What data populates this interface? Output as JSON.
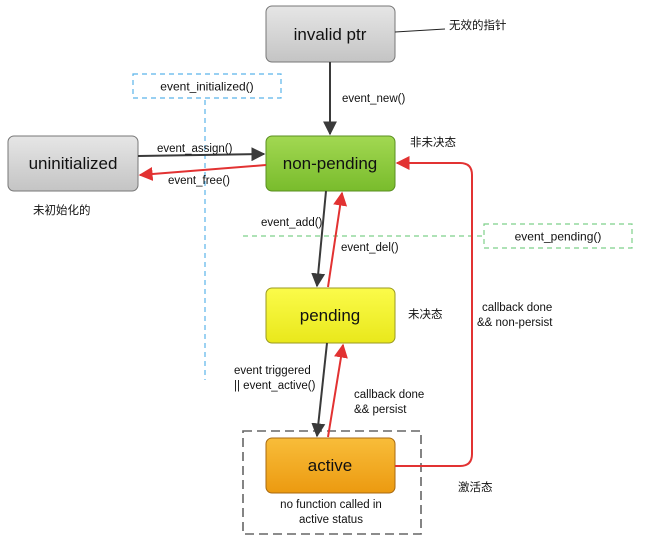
{
  "colors": {
    "gray_state": "#d2d2d2",
    "green_state": "#8ccb3c",
    "yellow_state": "#f3f22c",
    "orange_state": "#f4a91b",
    "dark_arrow": "#3a3a3a",
    "red_arrow": "#e23232",
    "blue_dashed": "#5ab4ea",
    "green_dashed": "#7ed08a",
    "gray_dashed": "#666666"
  },
  "states": {
    "invalid": "invalid ptr",
    "uninitialized": "uninitialized",
    "non_pending": "non-pending",
    "pending": "pending",
    "active": "active"
  },
  "notes": {
    "invalid_cn": "无效的指针",
    "non_pending_cn": "非未决态",
    "uninitialized_cn": "未初始化的",
    "pending_cn": "未决态",
    "active_cn": "激活态",
    "active_no_function_line1": "no function called in",
    "active_no_function_line2": "active status"
  },
  "edges": {
    "event_new": "event_new()",
    "event_assign": "event_assign()",
    "event_free": "event_free()",
    "event_add": "event_add()",
    "event_del": "event_del()",
    "event_triggered_line1": "event triggered",
    "event_triggered_line2": "|| event_active()",
    "callback_persist_line1": "callback done",
    "callback_persist_line2": "&& persist",
    "callback_nonpersist_line1": "callback done",
    "callback_nonpersist_line2": "&& non-persist"
  },
  "tags": {
    "event_initialized": "event_initialized()",
    "event_pending": "event_pending()"
  }
}
